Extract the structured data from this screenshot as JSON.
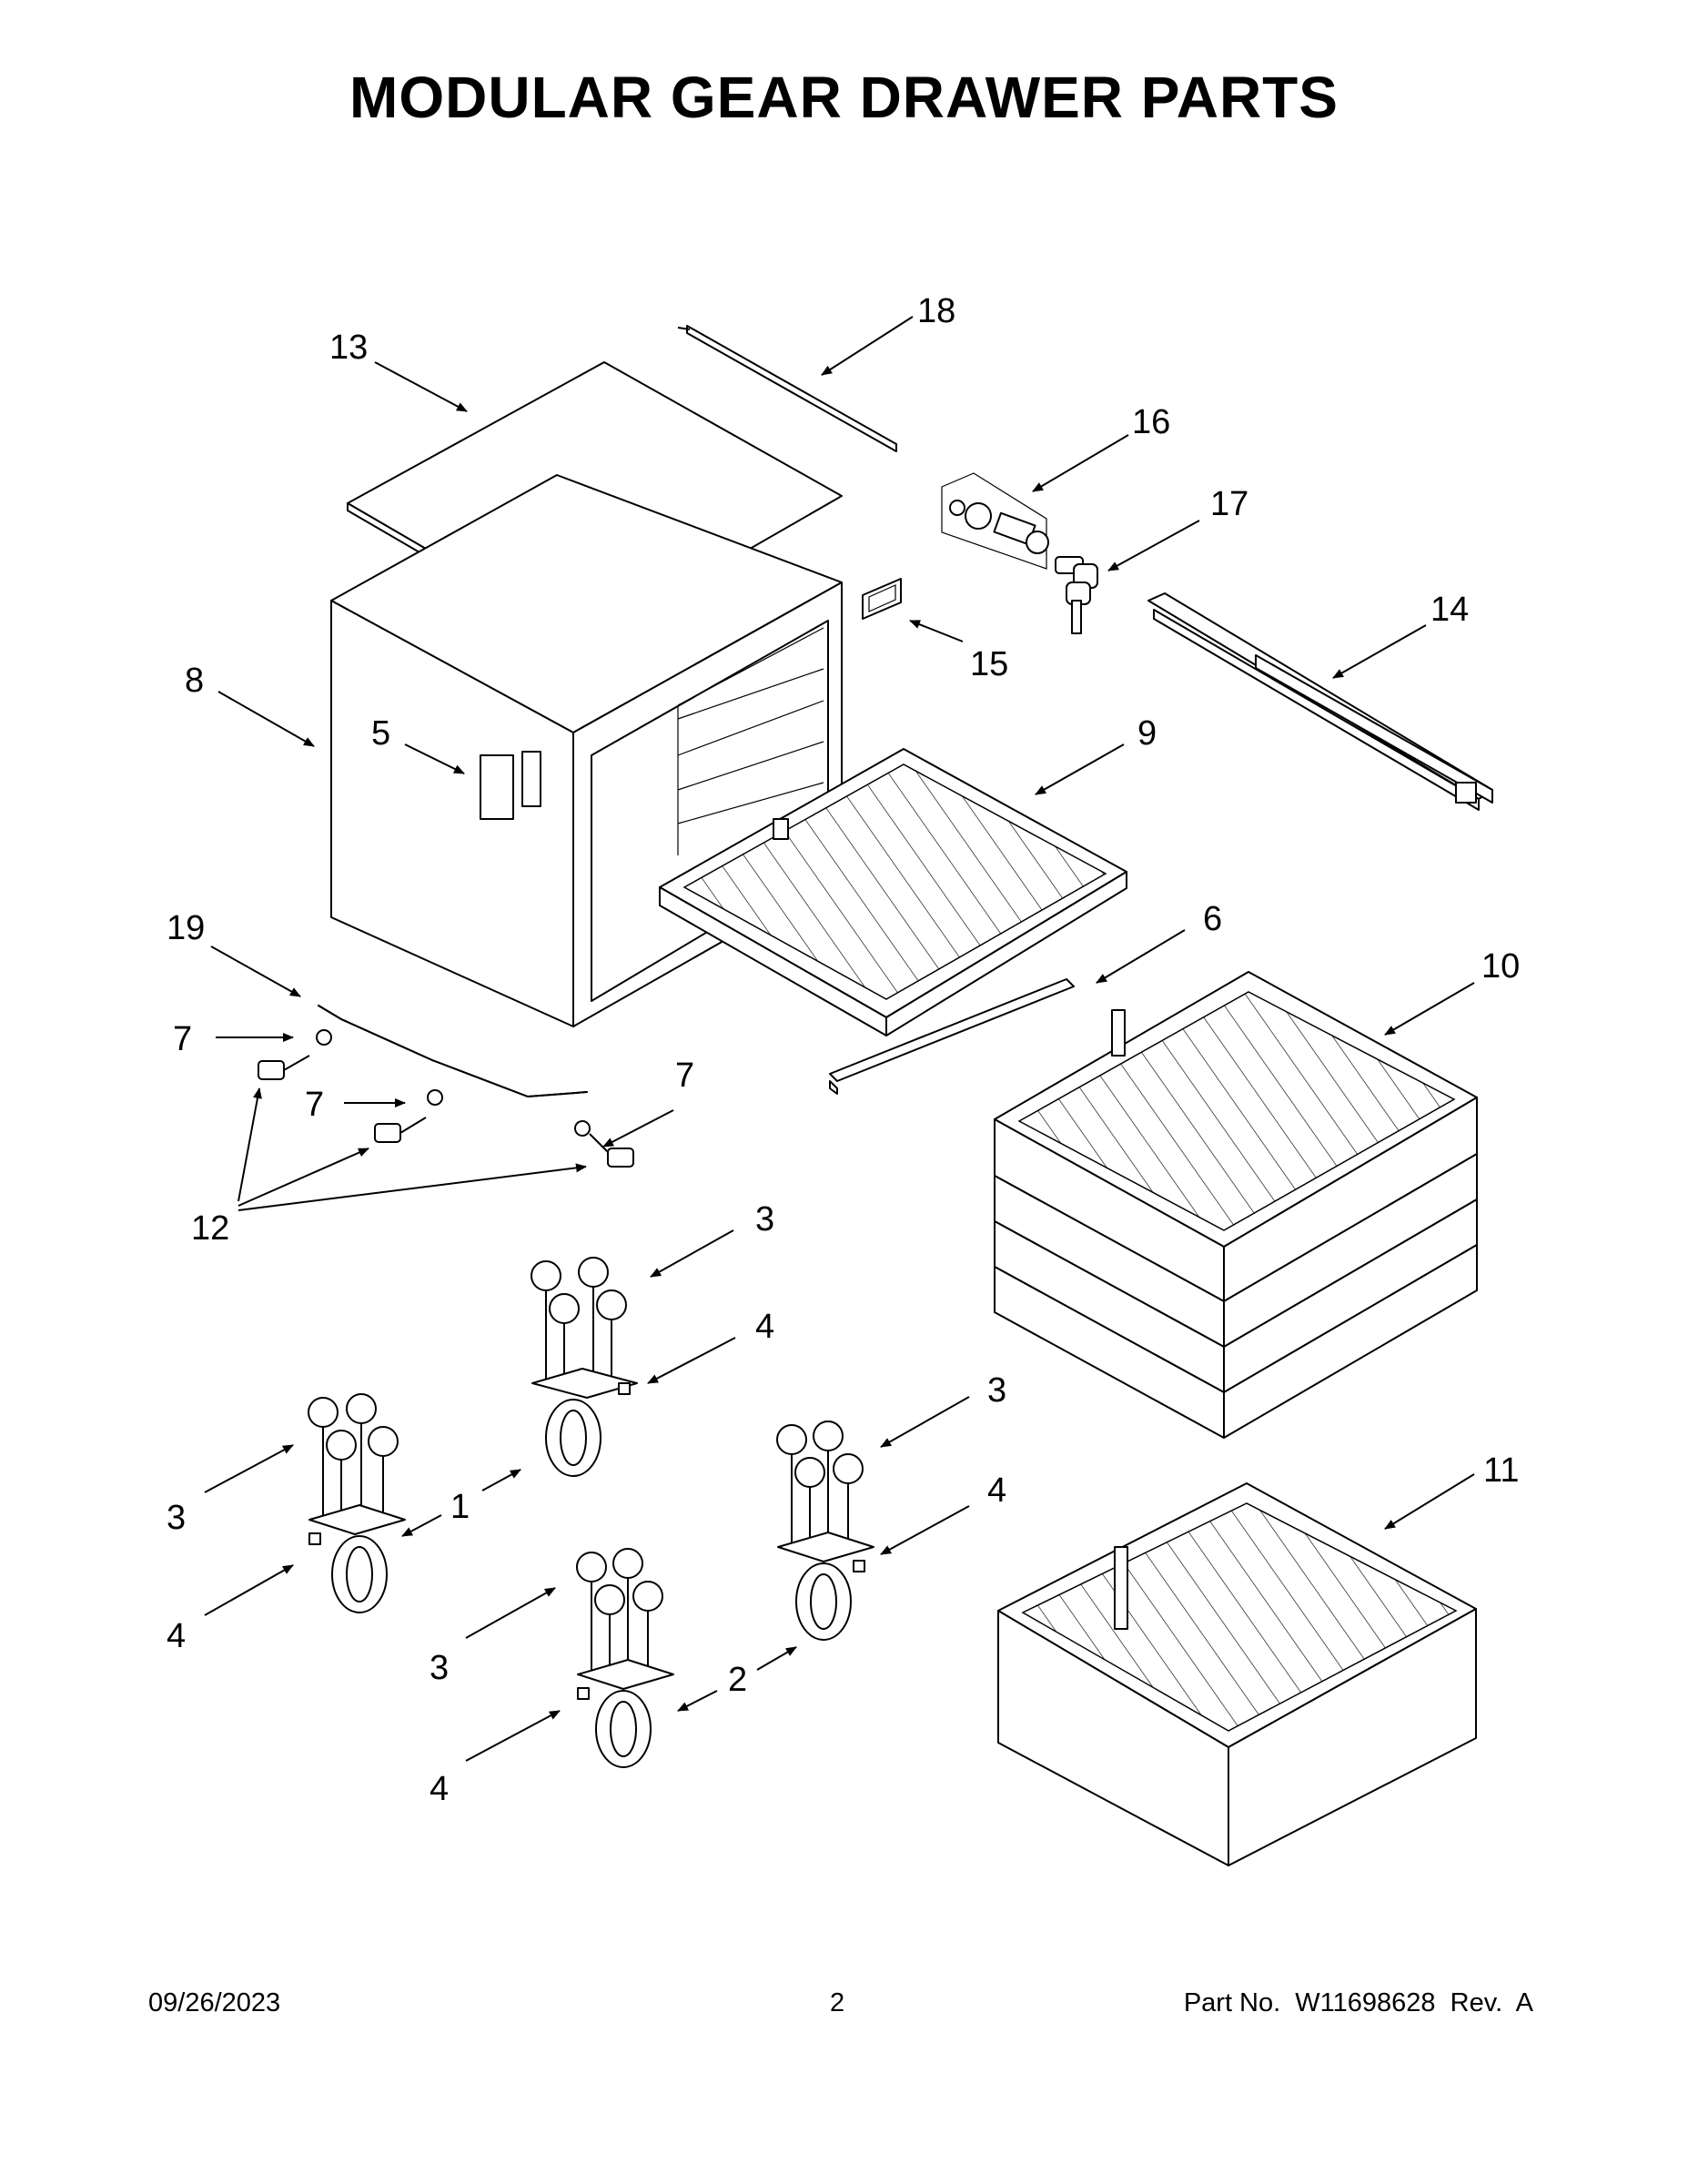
{
  "title": "MODULAR GEAR DRAWER PARTS",
  "callouts": {
    "c1": "1",
    "c2": "2",
    "c3a": "3",
    "c3b": "3",
    "c3c": "3",
    "c3d": "3",
    "c4a": "4",
    "c4b": "4",
    "c4c": "4",
    "c4d": "4",
    "c5": "5",
    "c6": "6",
    "c7a": "7",
    "c7b": "7",
    "c7c": "7",
    "c8": "8",
    "c9": "9",
    "c10": "10",
    "c11": "11",
    "c12": "12",
    "c13": "13",
    "c14": "14",
    "c15": "15",
    "c16": "16",
    "c17": "17",
    "c18": "18",
    "c19": "19"
  },
  "footer": {
    "date": "09/26/2023",
    "page": "2",
    "part": "Part No.  W11698628  Rev.  A"
  }
}
